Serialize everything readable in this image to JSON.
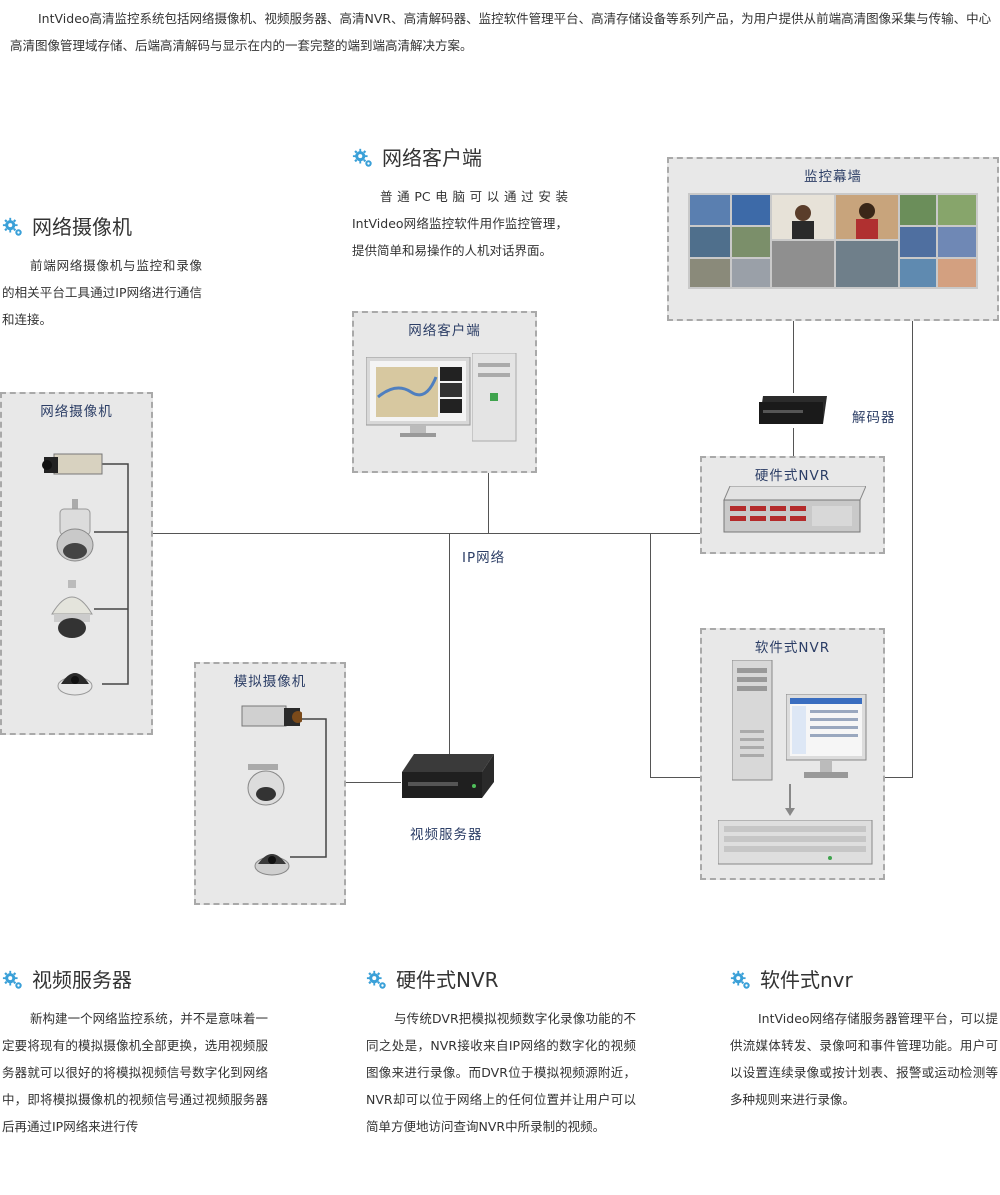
{
  "intro": "IntVideo高清监控系统包括网络摄像机、视频服务器、高清NVR、高清解码器、监控软件管理平台、高清存储设备等系列产品，为用户提供从前端高清图像采集与传输、中心高清图像管理域存储、后端高清解码与显示在内的一套完整的端到端高清解决方案。",
  "sections": {
    "client": {
      "title": "网络客户端",
      "body": "普通PC电脑可以通过安装IntVideo网络监控软件用作监控管理，提供简单和易操作的人机对话界面。"
    },
    "camera": {
      "title": "网络摄像机",
      "body": "前端网络摄像机与监控和录像的相关平台工具通过IP网络进行通信和连接。"
    },
    "video_server": {
      "title": "视频服务器",
      "body": "新构建一个网络监控系统，并不是意味着一定要将现有的模拟摄像机全部更换，选用视频服务器就可以很好的将模拟视频信号数字化到网络中，即将模拟摄像机的视频信号通过视频服务器后再通过IP网络来进行传"
    },
    "hw_nvr": {
      "title": "硬件式NVR",
      "body": "与传统DVR把模拟视频数字化录像功能的不同之处是，NVR接收来自IP网络的数字化的视频图像来进行录像。而DVR位于模拟视频源附近，NVR却可以位于网络上的任何位置并让用户可以简单方便地访问查询NVR中所录制的视频。"
    },
    "sw_nvr": {
      "title": "软件式nvr",
      "body": "IntVideo网络存储服务器管理平台，可以提供流媒体转发、录像呵和事件管理功能。用户可以设置连续录像或按计划表、报警或运动检测等多种规则来进行录像。"
    }
  },
  "diagram": {
    "box_client": "网络客户端",
    "box_wall": "监控幕墙",
    "box_cameras": "网络摄像机",
    "box_analog": "模拟摄像机",
    "box_hw_nvr": "硬件式NVR",
    "box_sw_nvr": "软件式NVR",
    "decoder_label": "解码器",
    "network_label": "IP网络",
    "video_server_label": "视频服务器"
  },
  "colors": {
    "gear": "#3aa0d8",
    "box_bg": "#e8e8e8",
    "box_border": "#a9a9a9",
    "label_text": "#2c3e66",
    "line": "#555555"
  },
  "icons": [
    "gear-icon",
    "box-camera-icon",
    "speed-dome-icon",
    "dome-camera-icon",
    "monitor-icon",
    "pc-tower-icon",
    "decoder-icon",
    "rack-server-icon",
    "video-server-icon",
    "storage-array-icon",
    "arrow-down-icon"
  ]
}
